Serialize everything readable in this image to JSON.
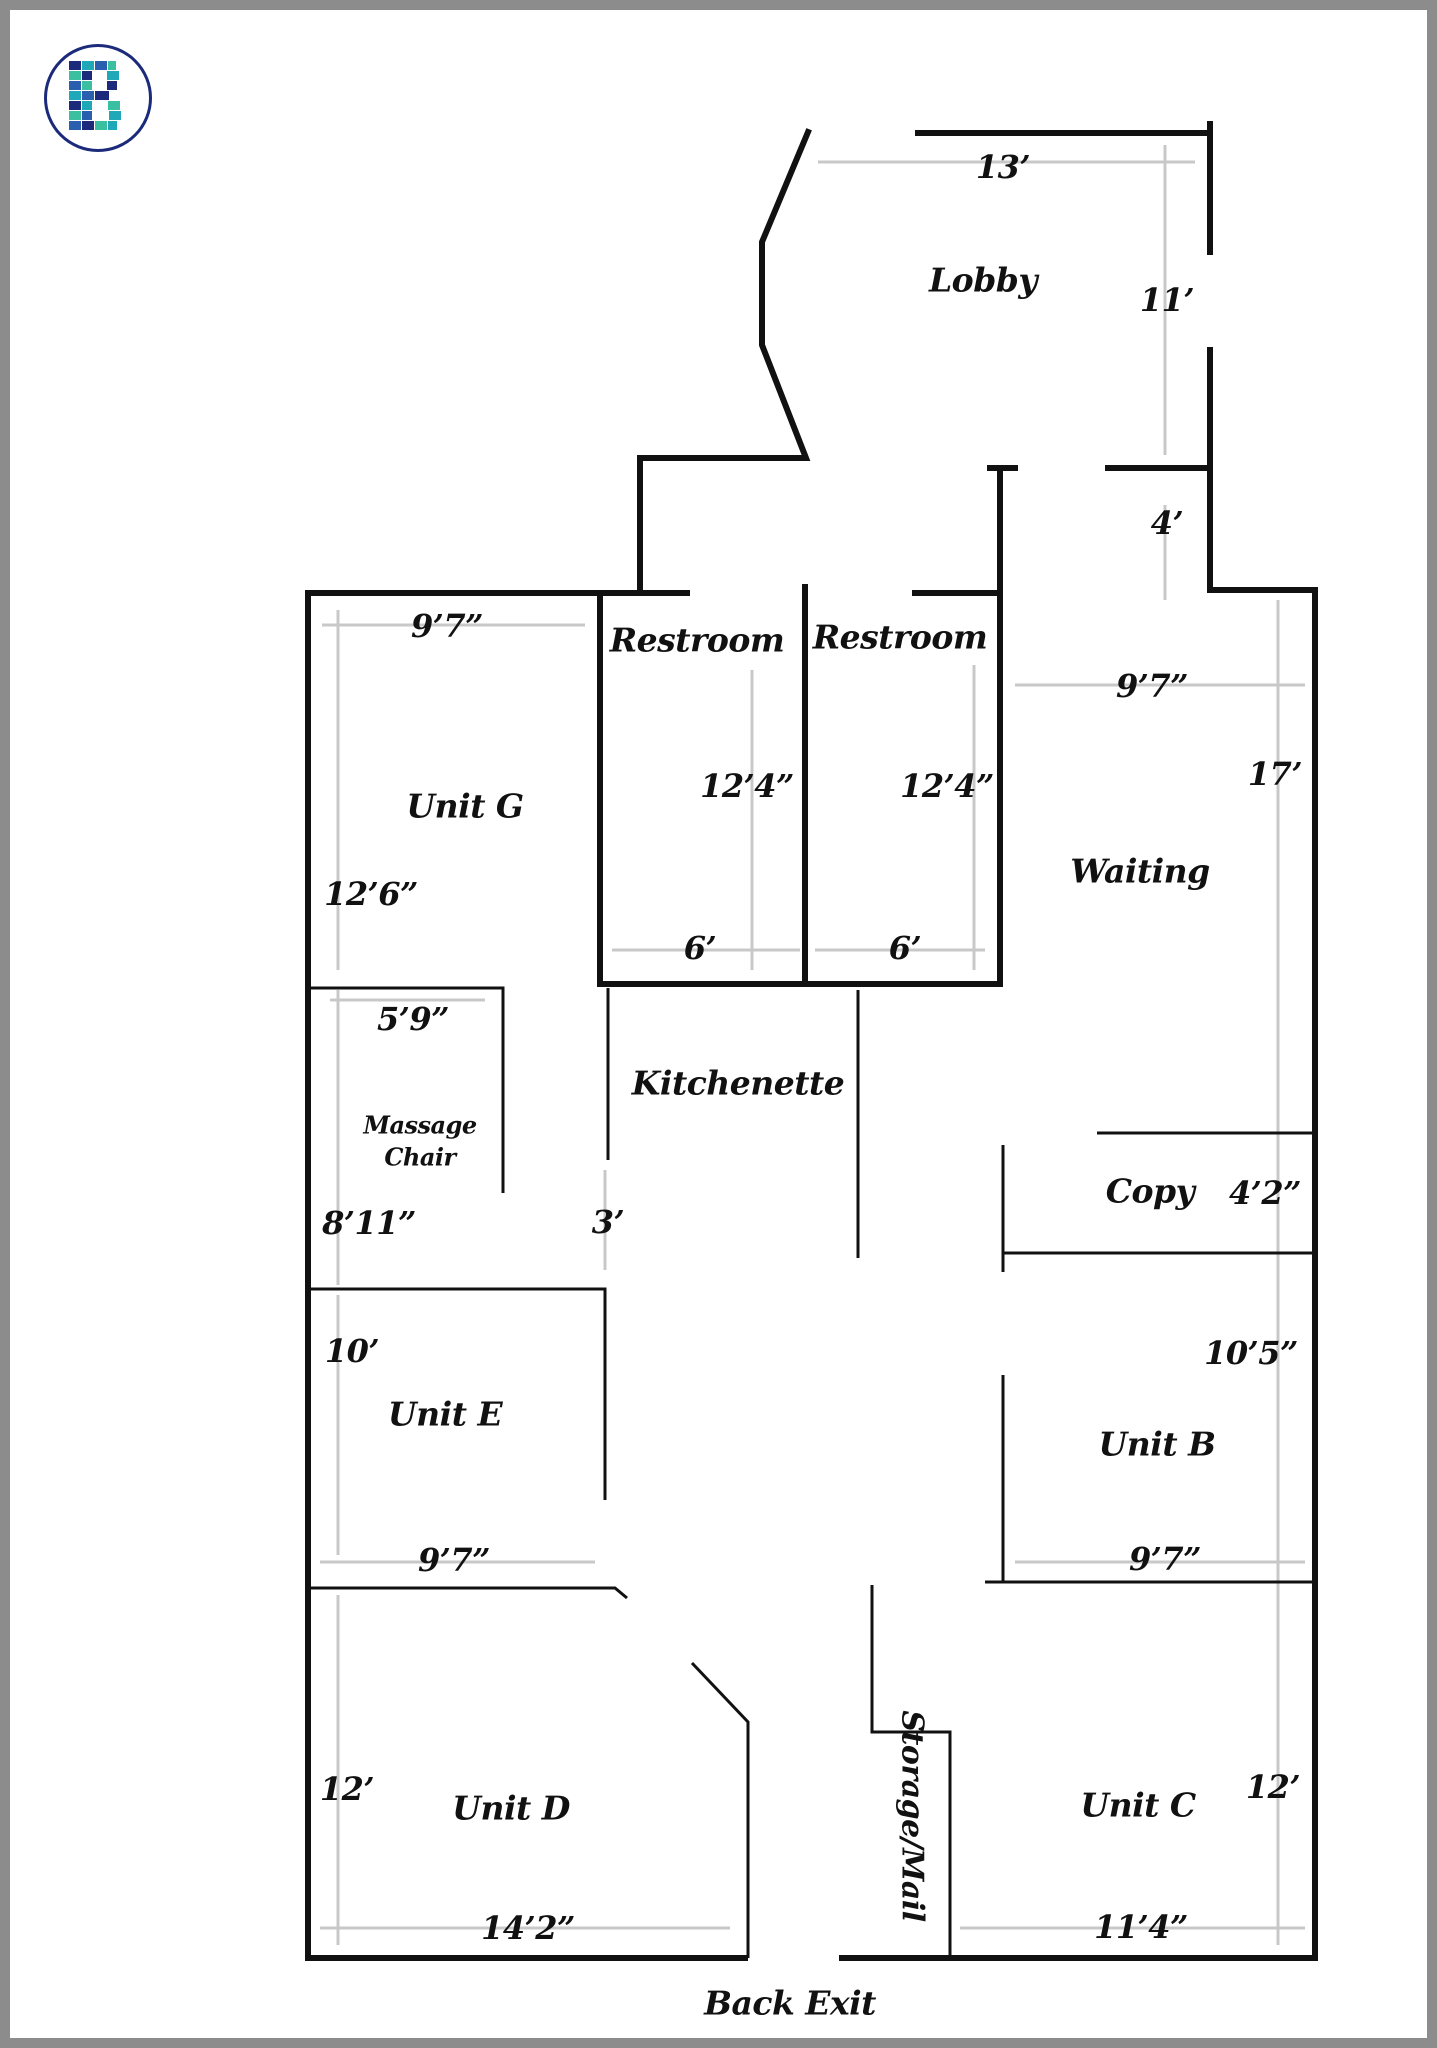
{
  "logo": {
    "letter": "B",
    "colors": [
      "#1b2a7a",
      "#1fa8b8",
      "#3ac0a0",
      "#2a5fb0"
    ]
  },
  "rooms": {
    "lobby": "Lobby",
    "restroom_1": "Restroom",
    "restroom_2": "Restroom",
    "waiting": "Waiting",
    "unit_g": "Unit G",
    "massage_chair_line1": "Massage",
    "massage_chair_line2": "Chair",
    "kitchenette": "Kitchenette",
    "copy": "Copy",
    "unit_e": "Unit E",
    "unit_b": "Unit B",
    "unit_d": "Unit D",
    "unit_c": "Unit C",
    "storage_mail": "Storage/Mail",
    "back_exit": "Back Exit"
  },
  "dimensions": {
    "lobby_width": "13’",
    "lobby_depth": "11’",
    "lobby_passage": "4’",
    "unit_g_width": "9’7”",
    "unit_g_depth": "12’6”",
    "restroom_1_depth": "12’4”",
    "restroom_2_depth": "12’4”",
    "restroom_1_width": "6’",
    "restroom_2_width": "6’",
    "waiting_width": "9’7”",
    "waiting_depth": "17’",
    "massage_width": "5’9”",
    "massage_depth": "8’11”",
    "hall_width": "3’",
    "copy_depth": "4’2”",
    "unit_e_depth": "10’",
    "unit_e_width": "9’7”",
    "unit_b_depth": "10’5”",
    "unit_b_width": "9’7”",
    "unit_d_depth": "12’",
    "unit_d_width": "14’2”",
    "unit_c_depth": "12’",
    "unit_c_width": "11’4”"
  },
  "colors": {
    "wall": "#111111",
    "dimension_line": "#c8c8c8",
    "frame": "#8c8c8c"
  }
}
